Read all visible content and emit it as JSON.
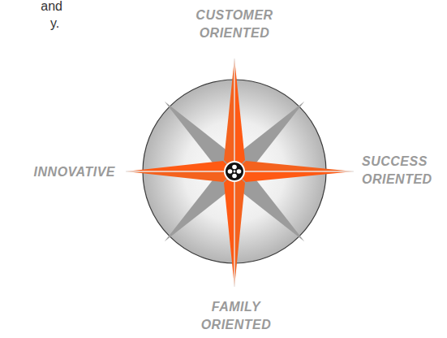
{
  "diagram": {
    "labels": [
      "and",
      "y.",
      "CUSTOMER ORIENTED",
      "SUCCESS ORIENTED",
      "INNOVATIVE",
      "FAMILY ORIENTED"
    ]
  }
}
